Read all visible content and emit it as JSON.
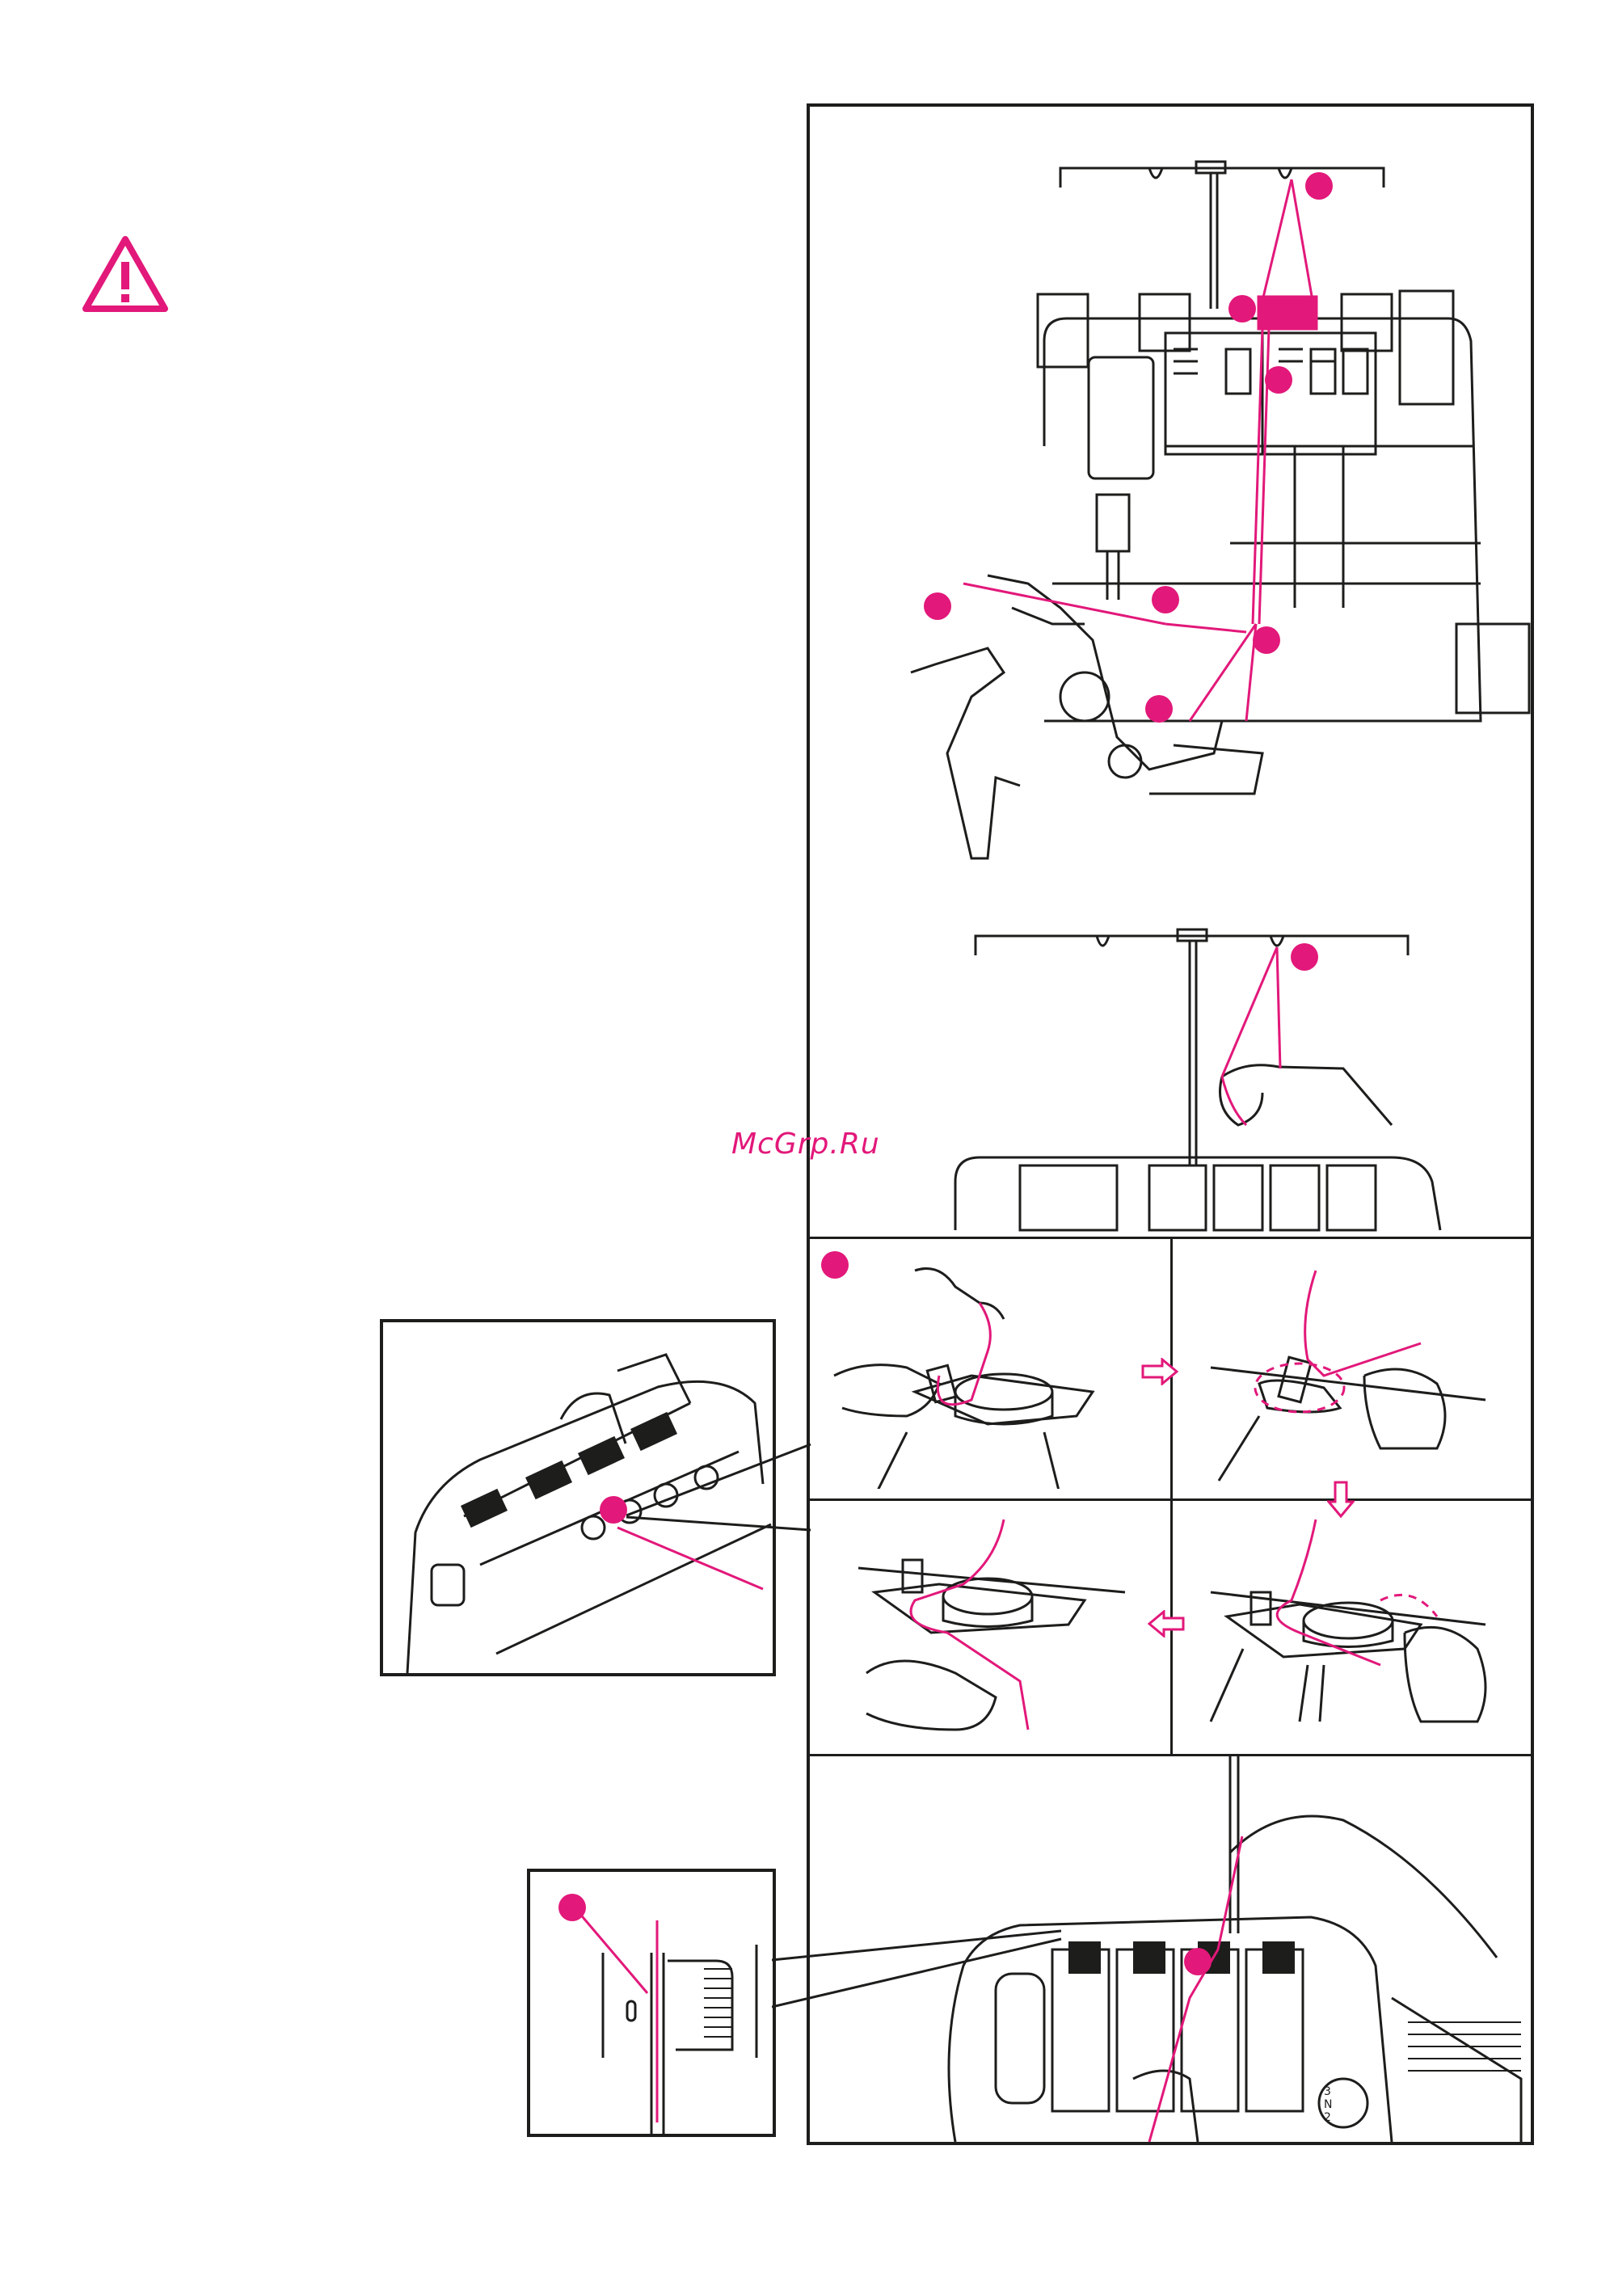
{
  "watermark": "McGrp.Ru",
  "brand_color": "#e2187a",
  "line_color": "#1d1d1b",
  "icons": {
    "warning": "warning-triangle-icon",
    "arrow_right": "hollow-arrow-right-icon",
    "arrow_down": "hollow-arrow-down-icon",
    "arrow_left": "hollow-arrow-left-icon"
  },
  "dial_numbers": [
    "3",
    "N",
    "2"
  ]
}
